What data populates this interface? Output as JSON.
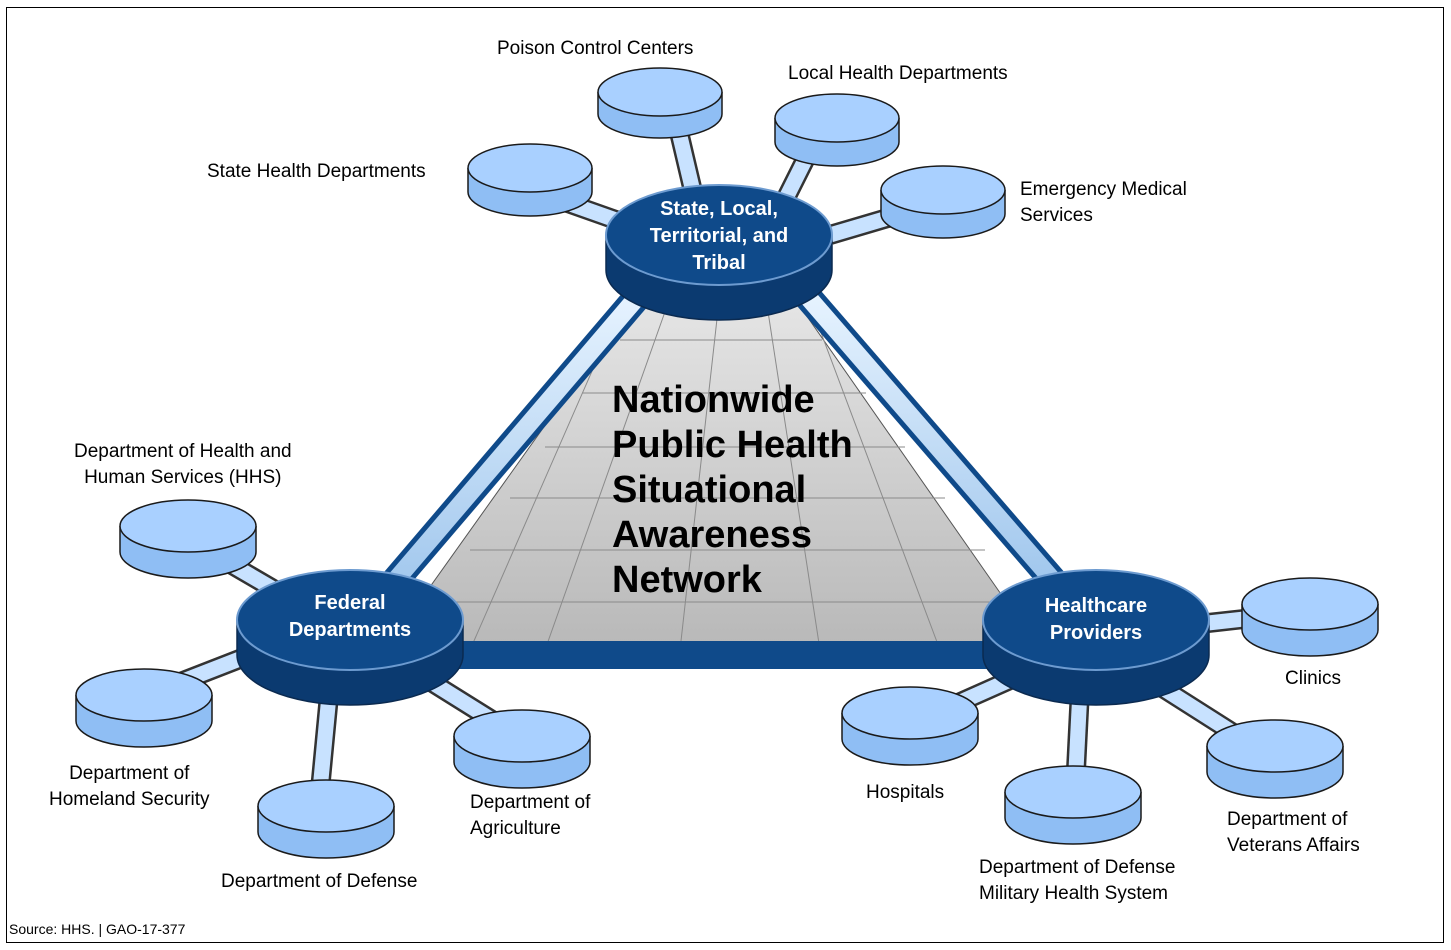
{
  "title": "Nationwide\nPublic Health\nSituational\nAwareness\nNetwork",
  "source": "Source: HHS.  |  GAO-17-377",
  "colors": {
    "hub_fill": "#0f4a8a",
    "hub_fill_dark": "#0b3a70",
    "node_fill": "#a9d0ff",
    "node_side": "#8fbef4",
    "connector": "#c8e2ff",
    "triangle_fill": "#c8c8c8",
    "grid_line": "#8a8a8a"
  },
  "hubs": {
    "state": "State, Local,\nTerritorial, and\nTribal",
    "federal": "Federal\nDepartments",
    "healthcare": "Healthcare\nProviders"
  },
  "nodes": {
    "poison": "Poison Control Centers",
    "local": "Local Health Departments",
    "state_health": "State Health Departments",
    "ems": "Emergency Medical\nServices",
    "hhs": "Department of Health and\nHuman Services (HHS)",
    "dhs": "Department of\nHomeland Security",
    "dod": "Department of Defense",
    "agriculture": "Department of\nAgriculture",
    "clinics": "Clinics",
    "hospitals": "Hospitals",
    "dod_mhs": "Department of Defense\nMilitary Health System",
    "va": "Department of\nVeterans Affairs"
  }
}
